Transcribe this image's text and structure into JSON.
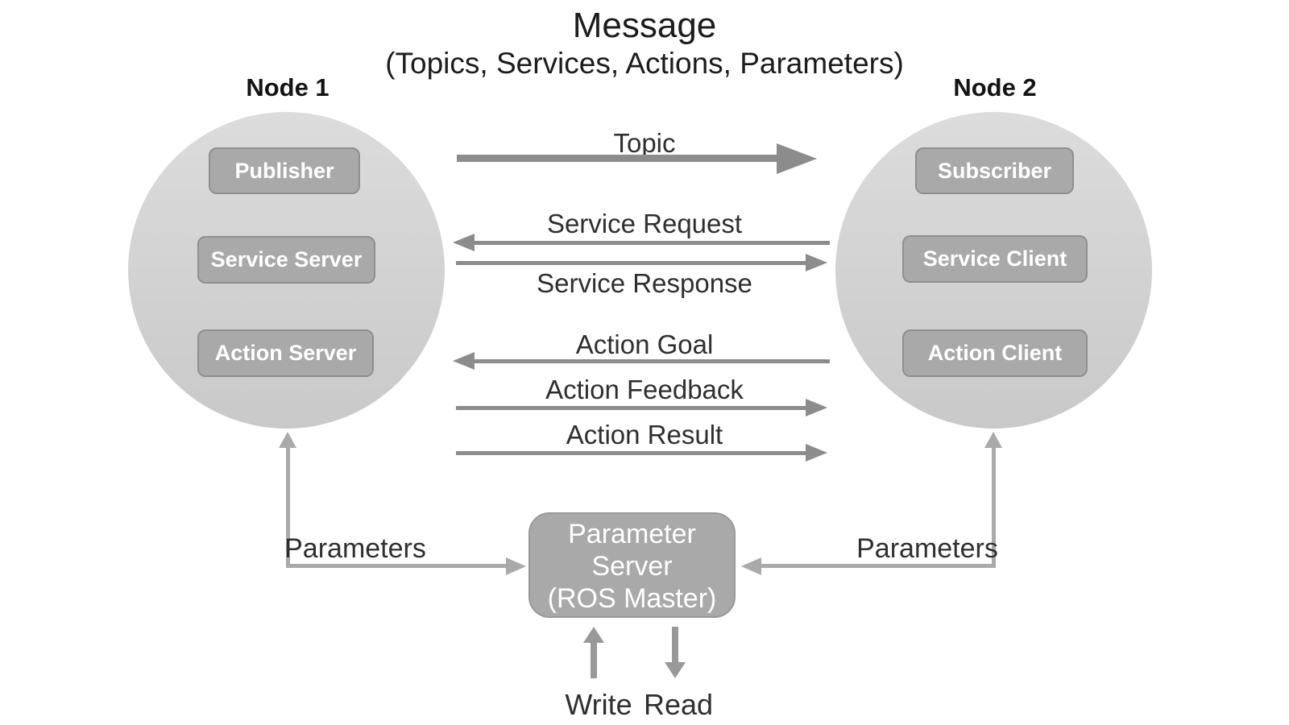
{
  "title": {
    "line1": "Message",
    "line2": "(Topics, Services, Actions, Parameters)"
  },
  "nodes": [
    {
      "name": "Node 1",
      "boxes": [
        "Publisher",
        "Service Server",
        "Action Server"
      ]
    },
    {
      "name": "Node 2",
      "boxes": [
        "Subscriber",
        "Service Client",
        "Action Client"
      ]
    }
  ],
  "arrows": {
    "topic": {
      "label": "Topic",
      "direction": "right"
    },
    "service_request": {
      "label": "Service Request",
      "direction": "left"
    },
    "service_response": {
      "label": "Service Response",
      "direction": "right"
    },
    "action_goal": {
      "label": "Action Goal",
      "direction": "left"
    },
    "action_feedback": {
      "label": "Action Feedback",
      "direction": "right"
    },
    "action_result": {
      "label": "Action Result",
      "direction": "right"
    }
  },
  "parameter_server": {
    "line1": "Parameter",
    "line2": "Server",
    "line3": "(ROS Master)"
  },
  "parameters_left_label": "Parameters",
  "parameters_right_label": "Parameters",
  "write_label": "Write",
  "read_label": "Read",
  "colors": {
    "node-fill-top": "#dcdcdc",
    "node-fill": "#c9c9c9",
    "box-fill": "#a9a9a9",
    "box-border": "#8f8f8f",
    "box-text": "#ffffff",
    "arrow": "#8c8c8c",
    "connector": "#aaaaaa",
    "wr-arrow": "#999999",
    "label-text": "#2f2f2f",
    "title-text": "#1c1c1c"
  }
}
